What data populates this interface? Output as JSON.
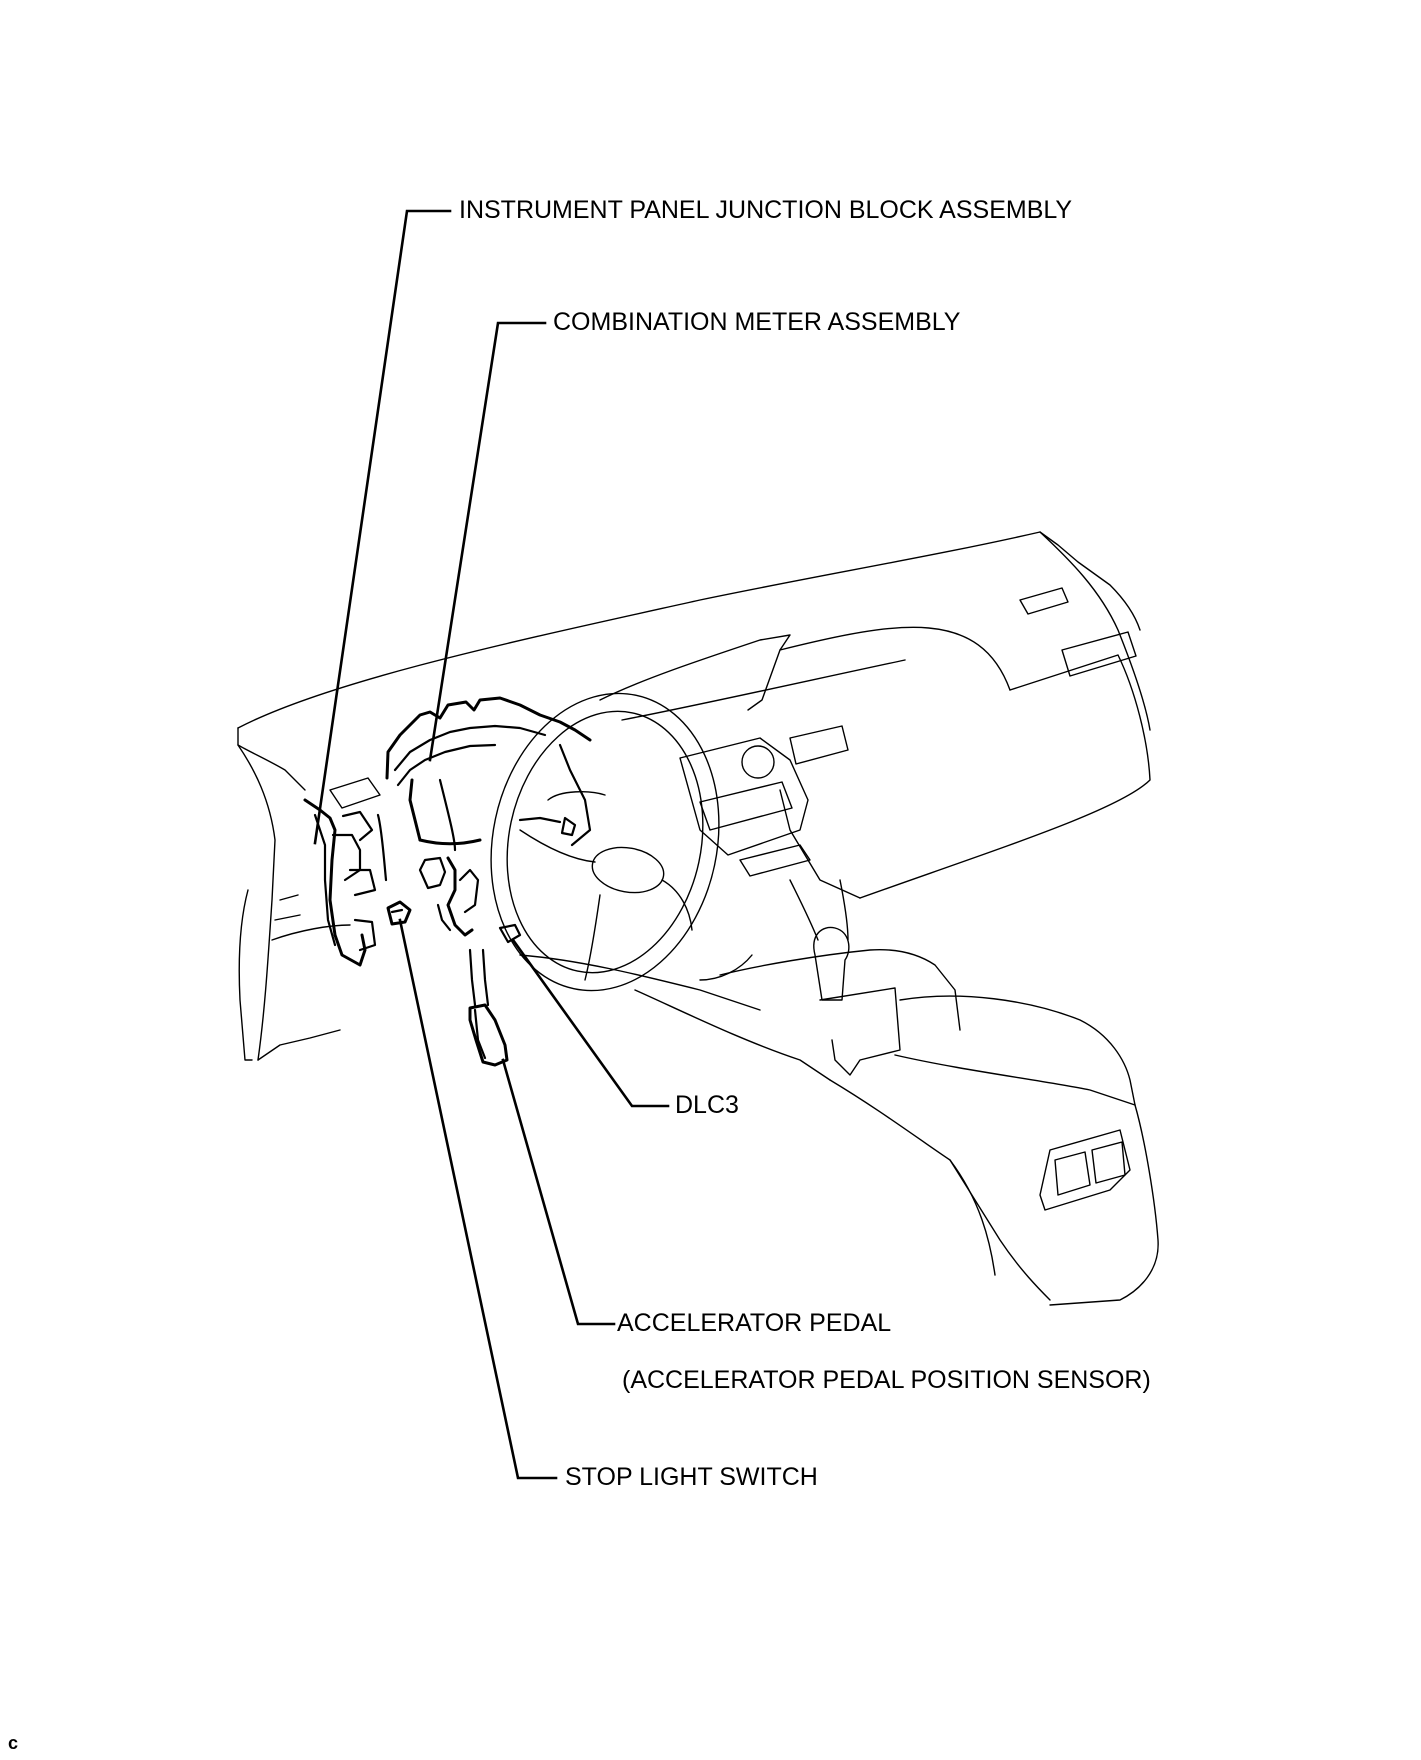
{
  "labels": {
    "junction_block": "INSTRUMENT PANEL JUNCTION BLOCK ASSEMBLY",
    "combination_meter": "COMBINATION METER ASSEMBLY",
    "dlc3": "DLC3",
    "accelerator_pedal": "ACCELERATOR PEDAL",
    "accelerator_sensor": "(ACCELERATOR PEDAL POSITION SENSOR)",
    "stop_light_switch": "STOP LIGHT SWITCH"
  },
  "corner_mark": "c"
}
